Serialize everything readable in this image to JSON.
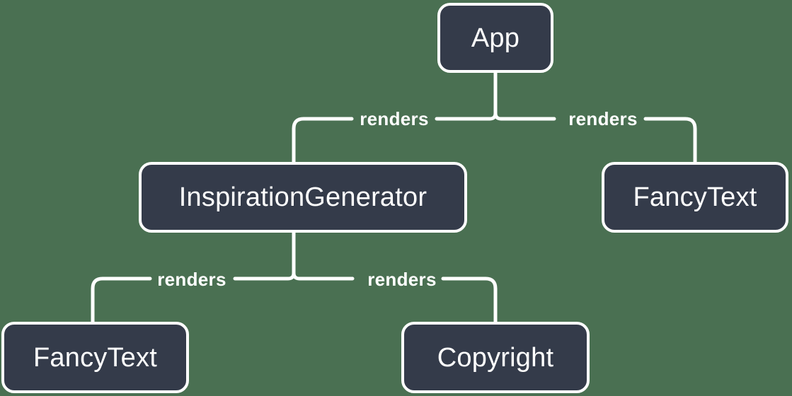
{
  "diagram": {
    "type": "component-tree",
    "background_color": "#4a7052",
    "node_fill_color": "#343b4a",
    "node_border_color": "#ffffff",
    "edge_color": "#ffffff",
    "nodes": [
      {
        "id": "app",
        "label": "App"
      },
      {
        "id": "inspiration",
        "label": "InspirationGenerator"
      },
      {
        "id": "fancytext_right",
        "label": "FancyText"
      },
      {
        "id": "fancytext_bottom",
        "label": "FancyText"
      },
      {
        "id": "copyright",
        "label": "Copyright"
      }
    ],
    "edges": [
      {
        "from": "app",
        "to": "inspiration",
        "label": "renders"
      },
      {
        "from": "app",
        "to": "fancytext_right",
        "label": "renders"
      },
      {
        "from": "inspiration",
        "to": "fancytext_bottom",
        "label": "renders"
      },
      {
        "from": "inspiration",
        "to": "copyright",
        "label": "renders"
      }
    ]
  }
}
